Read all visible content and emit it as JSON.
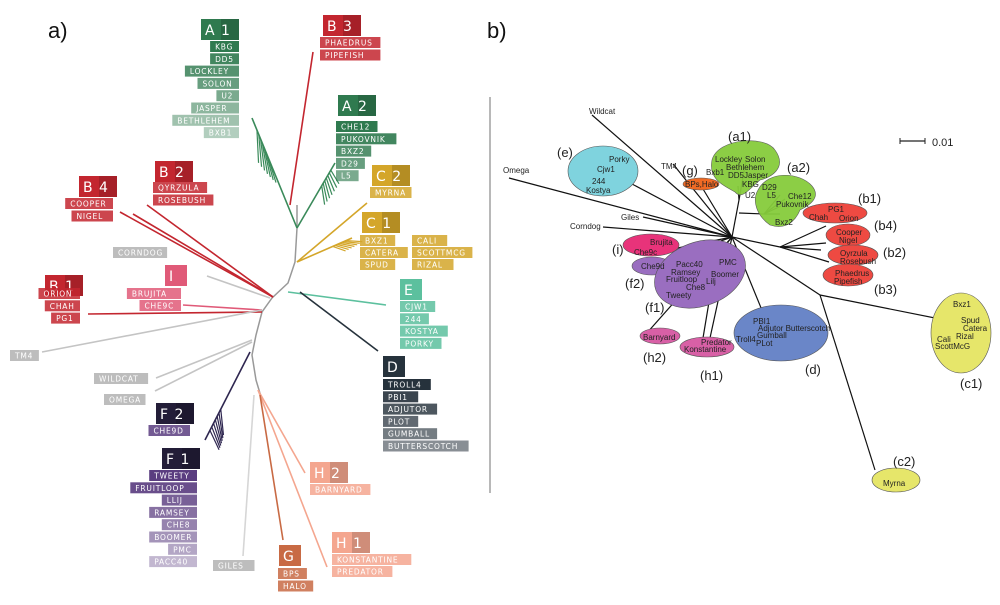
{
  "panel_a": {
    "label": "a)",
    "clades": [
      {
        "id": "A1",
        "color": "#2f7a4f",
        "members": [
          "KBG",
          "DD5",
          "LOCKLEY",
          "SOLON",
          "U2",
          "JASPER",
          "BETHLEHEM",
          "BXB1"
        ]
      },
      {
        "id": "A2",
        "color": "#2f7a4f",
        "members": [
          "CHE12",
          "PUKOVNIK",
          "BXZ2",
          "D29",
          "L5"
        ]
      },
      {
        "id": "B3",
        "color": "#c3262f",
        "members": [
          "PHAEDRUS",
          "PIPEFISH"
        ]
      },
      {
        "id": "B2",
        "color": "#c3262f",
        "members": [
          "QYRZULA",
          "ROSEBUSH"
        ]
      },
      {
        "id": "B4",
        "color": "#c3262f",
        "members": [
          "COOPER",
          "NIGEL"
        ]
      },
      {
        "id": "B1",
        "color": "#c3262f",
        "members": [
          "ORION",
          "CHAH",
          "PG1"
        ]
      },
      {
        "id": "C2",
        "color": "#d4a62a",
        "members": [
          "MYRNA"
        ]
      },
      {
        "id": "C1",
        "color": "#d4a62a",
        "members": [
          "BXZ1",
          "CATERA",
          "SPUD",
          "CALI",
          "SCOTTMCG",
          "RIZAL"
        ]
      },
      {
        "id": "I",
        "color": "#e05a78",
        "members": [
          "BRUJITA",
          "CHE9C"
        ]
      },
      {
        "id": "E",
        "color": "#5cc09e",
        "members": [
          "CJW1",
          "244",
          "KOSTYA",
          "PORKY"
        ]
      },
      {
        "id": "D",
        "color": "#26323c",
        "members": [
          "TROLL4",
          "PBI1",
          "ADJUTOR",
          "PLOT",
          "GUMBALL",
          "BUTTERSCOTCH"
        ]
      },
      {
        "id": "F2",
        "color": "#231d38",
        "members": [
          "CHE9D"
        ]
      },
      {
        "id": "F1",
        "color": "#231d38",
        "members": [
          "TWEETY",
          "FRUITLOOP",
          "LLIJ",
          "RAMSEY",
          "CHE8",
          "BOOMER",
          "PMC",
          "PACC40"
        ]
      },
      {
        "id": "G",
        "color": "#c86a44",
        "members": [
          "BPS",
          "HALO"
        ]
      },
      {
        "id": "H2",
        "color": "#f4a68f",
        "members": [
          "BARNYARD"
        ]
      },
      {
        "id": "H1",
        "color": "#f4a68f",
        "members": [
          "KONSTANTINE",
          "PREDATOR"
        ]
      }
    ],
    "singletons": [
      "CORNDOG",
      "TM4",
      "WILDCAT",
      "OMEGA",
      "GILES"
    ]
  },
  "panel_b": {
    "label": "b)",
    "scale_label": "0.01",
    "groups": [
      {
        "tag": "(e)",
        "color": "#7fd3de",
        "members": [
          "Porky",
          "Cjw1",
          "244",
          "Kostya"
        ]
      },
      {
        "tag": "(a1)",
        "color": "#86cc3c",
        "members": [
          "Lockley",
          "Solon",
          "Bethlehem",
          "Bxb1",
          "DD5",
          "Jasper",
          "KBG",
          "U2"
        ]
      },
      {
        "tag": "(a2)",
        "color": "#86cc3c",
        "members": [
          "D29",
          "L5",
          "Che12",
          "Pukovnik",
          "Bxz2"
        ]
      },
      {
        "tag": "(g)",
        "color": "#f06a24",
        "members": [
          "BPs,Halo"
        ]
      },
      {
        "tag": "(b1)",
        "color": "#ee4a42",
        "members": [
          "PG1",
          "Chah",
          "Orion"
        ]
      },
      {
        "tag": "(b4)",
        "color": "#ee4a42",
        "members": [
          "Cooper",
          "Nigel"
        ]
      },
      {
        "tag": "(b2)",
        "color": "#ee4a42",
        "members": [
          "Oyrzula",
          "Rosebush"
        ]
      },
      {
        "tag": "(b3)",
        "color": "#ee4a42",
        "members": [
          "Phaedrus",
          "Pipefish"
        ]
      },
      {
        "tag": "(i)",
        "color": "#e8337a",
        "members": [
          "Brujita",
          "Che9c"
        ]
      },
      {
        "tag": "(f2)",
        "color": "#9a6ec0",
        "members": [
          "Che9d"
        ]
      },
      {
        "tag": "(f1)",
        "color": "#9a6ec0",
        "members": [
          "Pacc40",
          "Ramsey",
          "Fruitloop",
          "Lilj",
          "Che8",
          "Tweety",
          "PMC",
          "Boomer"
        ]
      },
      {
        "tag": "(h2)",
        "color": "#d860a6",
        "members": [
          "Barnyard"
        ]
      },
      {
        "tag": "(h1)",
        "color": "#d860a6",
        "members": [
          "Predator",
          "Konstantine"
        ]
      },
      {
        "tag": "(d)",
        "color": "#6a86c8",
        "members": [
          "PBI1",
          "Adjutor Butterscotch",
          "Gumball",
          "Troll4",
          "PLot"
        ]
      },
      {
        "tag": "(c1)",
        "color": "#e6e66a",
        "members": [
          "Bxz1",
          "Spud",
          "Catera",
          "Rizal",
          "Cali",
          "ScottMcG"
        ]
      },
      {
        "tag": "(c2)",
        "color": "#e6e66a",
        "members": [
          "Myrna"
        ]
      }
    ],
    "outgroups": [
      "Wildcat",
      "Omega",
      "TM4",
      "Giles",
      "Corndog"
    ]
  }
}
